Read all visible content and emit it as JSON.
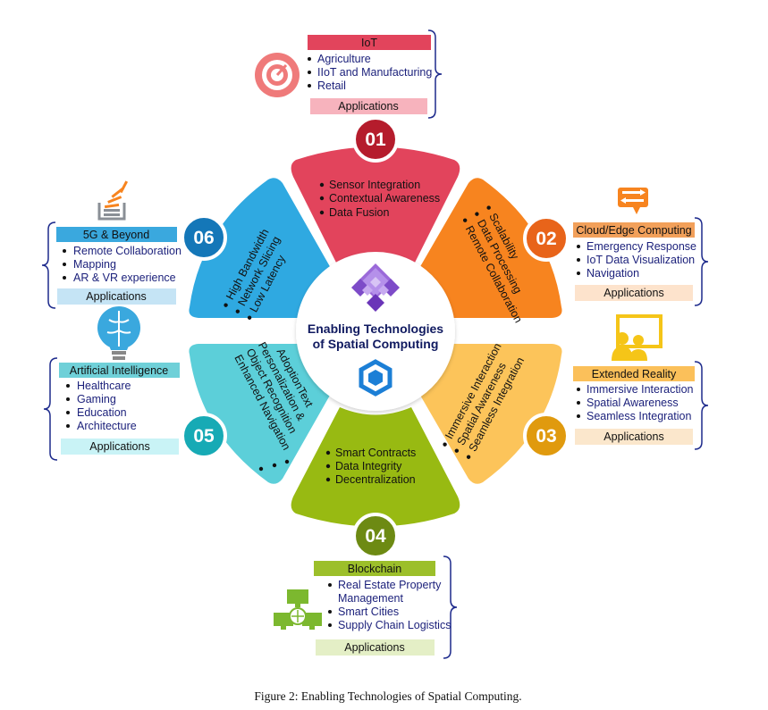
{
  "center": {
    "title_line1": "Enabling Technologies",
    "title_line2": "of Spatial Computing"
  },
  "segments": [
    {
      "number": "01",
      "color": "#e2445c",
      "badge_color": "#b51c2c",
      "items": [
        "Sensor Integration",
        "Contextual Awareness",
        "Data Fusion"
      ],
      "panel": {
        "title": "IoT",
        "title_color": "#e2445c",
        "apps_color": "#f7b3bd",
        "apps_label": "Applications",
        "icon": "gauge-icon",
        "items": [
          "Agriculture",
          "IIoT and Manufacturing",
          "Retail"
        ]
      }
    },
    {
      "number": "02",
      "color": "#f7841f",
      "badge_color": "#e8641a",
      "items": [
        "Scalability",
        "Data Processing",
        "Remote Collaboration"
      ],
      "panel": {
        "title": "Cloud/Edge Computing",
        "title_color": "#f2a05a",
        "apps_color": "#fde3cc",
        "apps_label": "Applications",
        "icon": "cloud-transfer-icon",
        "items": [
          "Emergency Response",
          "IoT Data Visualization",
          "Navigation"
        ]
      }
    },
    {
      "number": "03",
      "color": "#fcc45a",
      "badge_color": "#e09a0e",
      "items": [
        "Immersive Interaction",
        "Spatial Awareness",
        "Seamless Integration"
      ],
      "panel": {
        "title": "Extended Reality",
        "title_color": "#fbc05a",
        "apps_color": "#fbe7cc",
        "apps_label": "Applications",
        "icon": "presentation-icon",
        "items": [
          "Immersive Interaction",
          "Spatial Awareness",
          "Seamless Integration"
        ]
      }
    },
    {
      "number": "04",
      "color": "#98ba12",
      "badge_color": "#6d8a13",
      "items": [
        "Smart Contracts",
        "Data Integrity",
        "Decentralization"
      ],
      "panel": {
        "title": "Blockchain",
        "title_color": "#9cbf2a",
        "apps_color": "#e4efc6",
        "apps_label": "Applications",
        "icon": "network-icon",
        "items": [
          "Real Estate Property",
          "Management",
          "Smart Cities",
          "Supply Chain Logistics"
        ]
      }
    },
    {
      "number": "05",
      "color": "#5ccfd9",
      "badge_color": "#17aab5",
      "items": [
        "Enhanced Navigation",
        "Object Recognition",
        "Personalization &",
        "AdoptionText"
      ],
      "panel": {
        "title": "Artificial Intelligence",
        "title_color": "#6fd0d8",
        "apps_color": "#c9f3f6",
        "apps_label": "Applications",
        "icon": "brain-bulb-icon",
        "items": [
          "Healthcare",
          "Gaming",
          "Education",
          "Architecture"
        ]
      }
    },
    {
      "number": "06",
      "color": "#2fa9e1",
      "badge_color": "#1477b8",
      "items": [
        "High Bandwidth",
        "Network Slicing",
        "Low Latency"
      ],
      "panel": {
        "title": "5G & Beyond",
        "title_color": "#3aa8de",
        "apps_color": "#c5e4f5",
        "apps_label": "Applications",
        "icon": "signal-icon",
        "items": [
          "Remote Collaboration",
          "Mapping",
          "AR & VR experience"
        ]
      }
    }
  ],
  "caption": "Figure 2: Enabling Technologies of Spatial Computing."
}
